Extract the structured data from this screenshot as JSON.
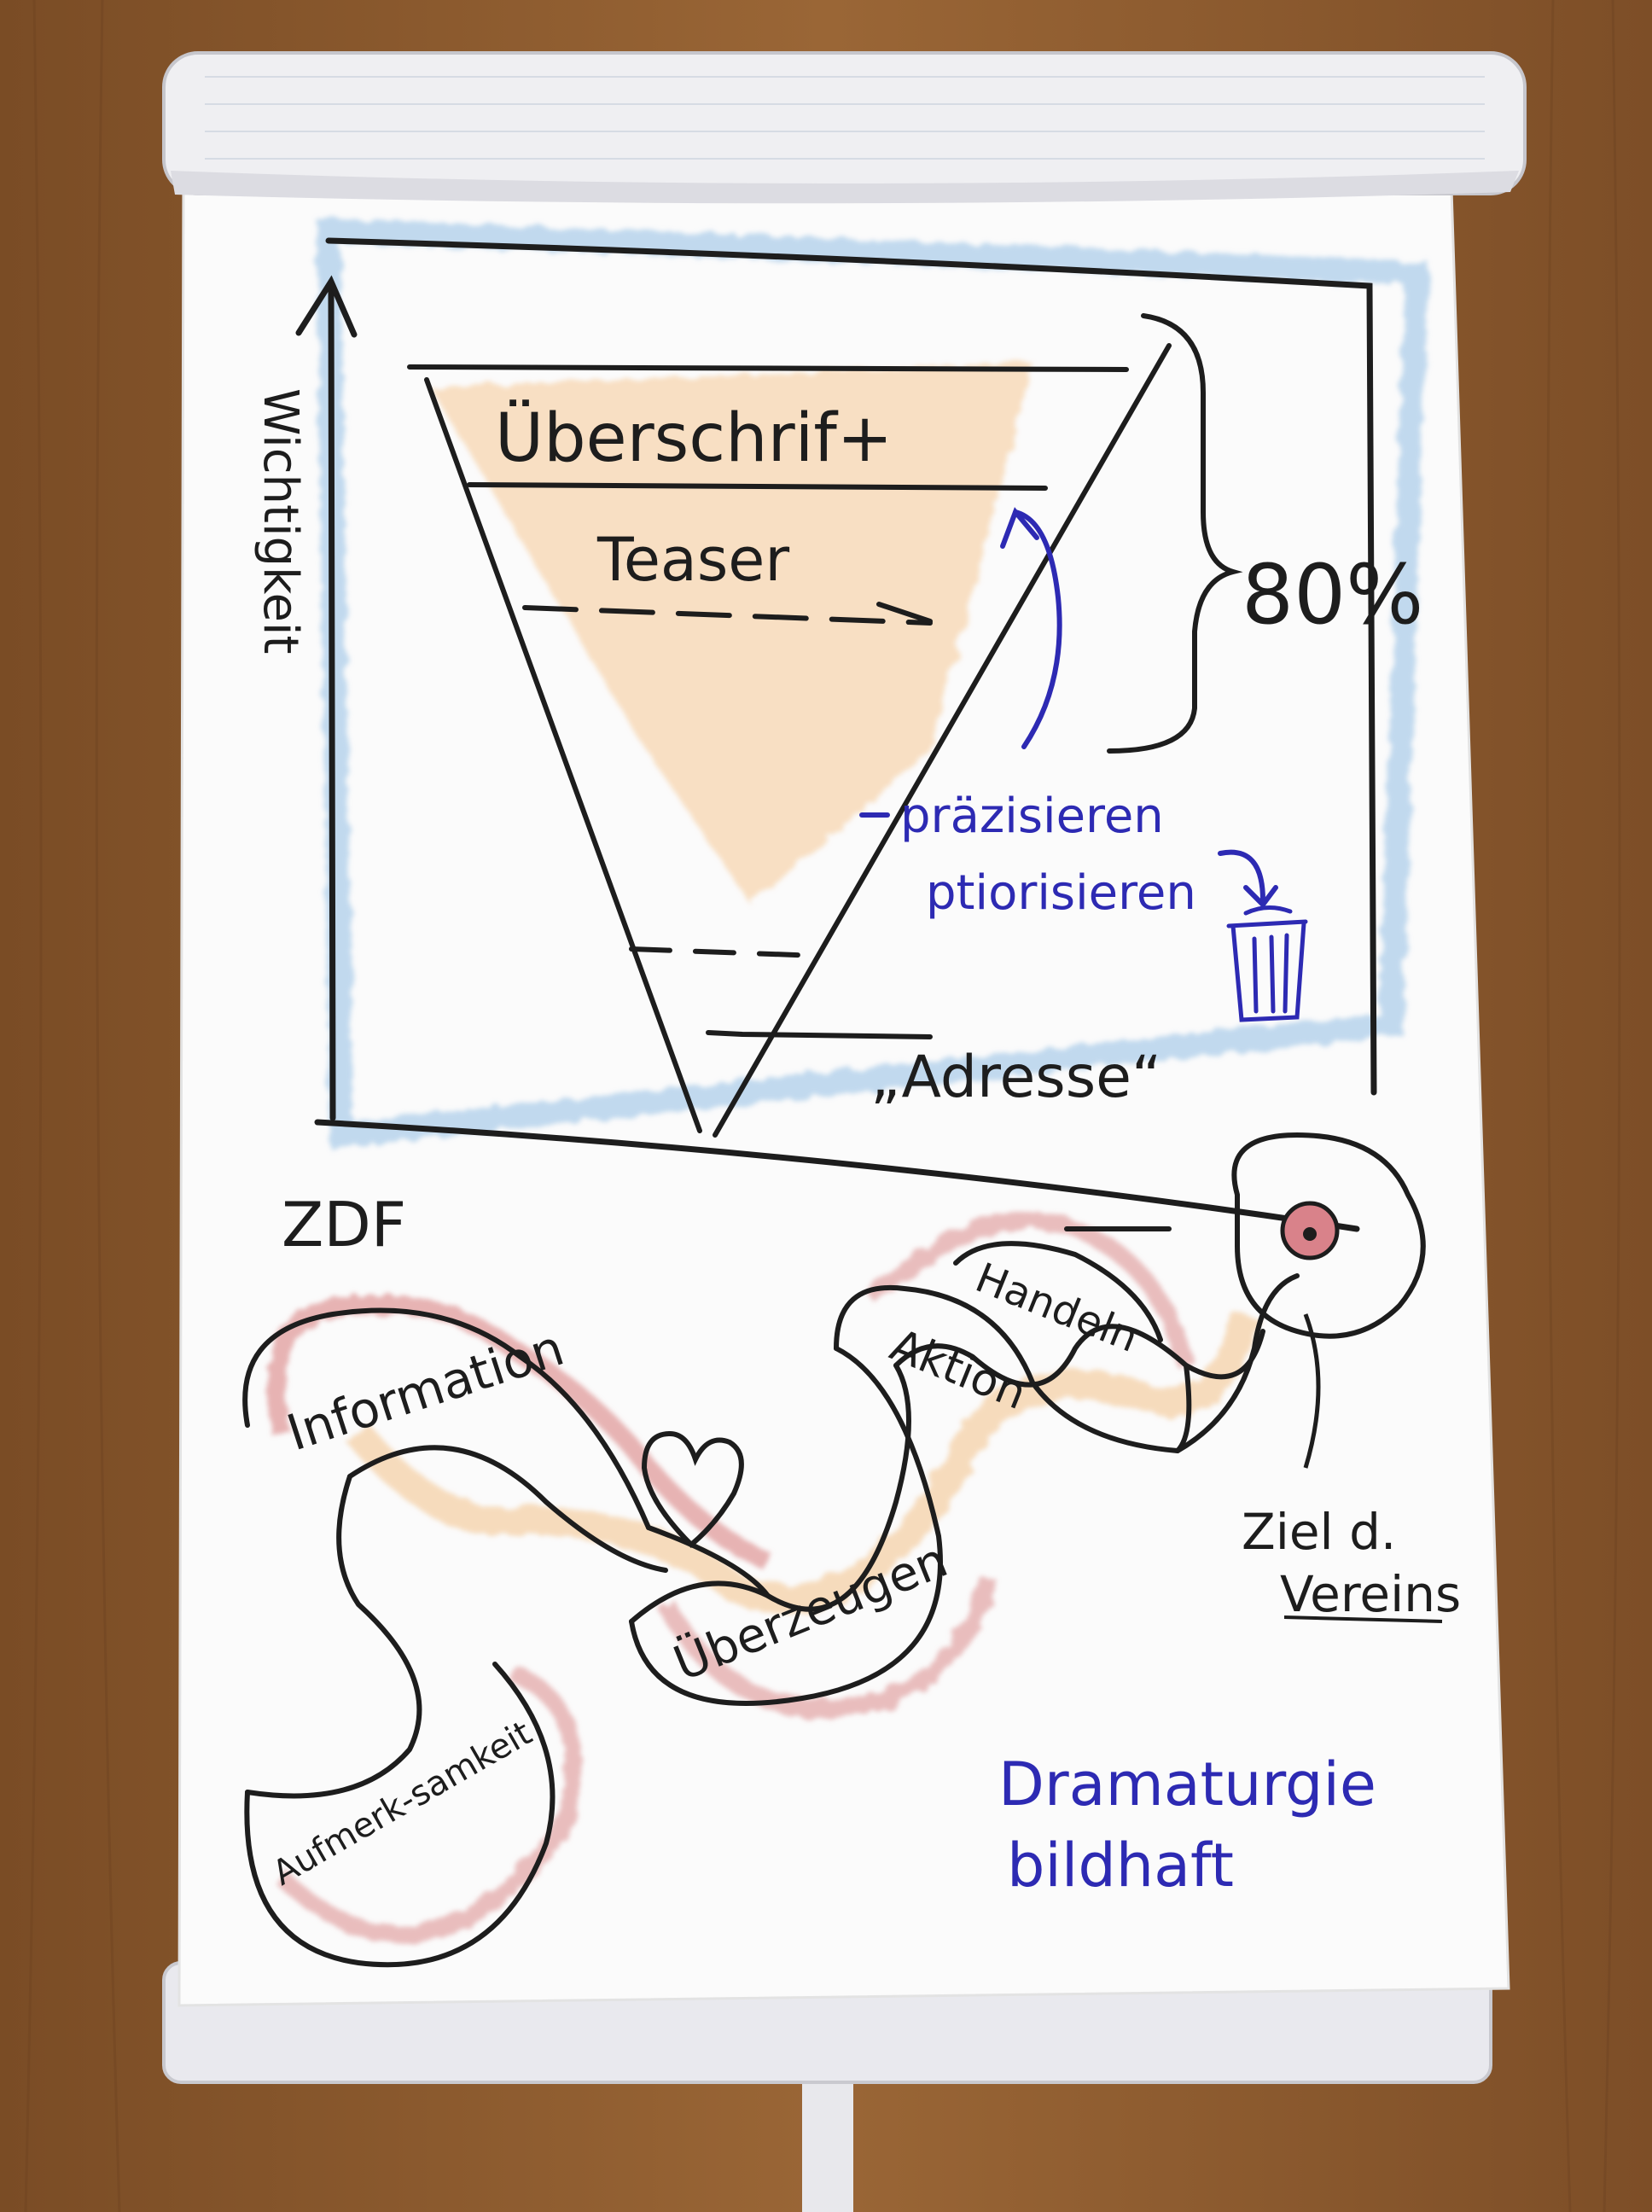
{
  "flipchart": {
    "funnel_top": "Überschrif+",
    "funnel_second": "Teaser",
    "y_axis_label": "Wichtigkeit",
    "percent": "80%",
    "side_note_1": "präzisieren",
    "side_note_2": "ptiorisieren",
    "address": "„Adresse“",
    "zdf": "ZDF",
    "path_words": [
      "Aufmerk-samkeit",
      "Information",
      "Überzeugen",
      "Aktion",
      "Handeln"
    ],
    "goal_line_1": "Ziel d.",
    "goal_line_2": "Vereins",
    "caption_line_1": "Dramaturgie",
    "caption_line_2": "bildhaft"
  },
  "colors": {
    "ink": "#1d1d1d",
    "blue_marker": "#2d2ab3",
    "orange_chalk": "#f3c58a",
    "red_chalk": "#d88a8a",
    "blue_chalk": "#9fc6e6",
    "paper": "#fbfbfb",
    "wood": "#8a5a2e"
  },
  "icons": [
    "heart-icon",
    "trash-bin-icon",
    "target-icon",
    "up-arrow-icon"
  ]
}
